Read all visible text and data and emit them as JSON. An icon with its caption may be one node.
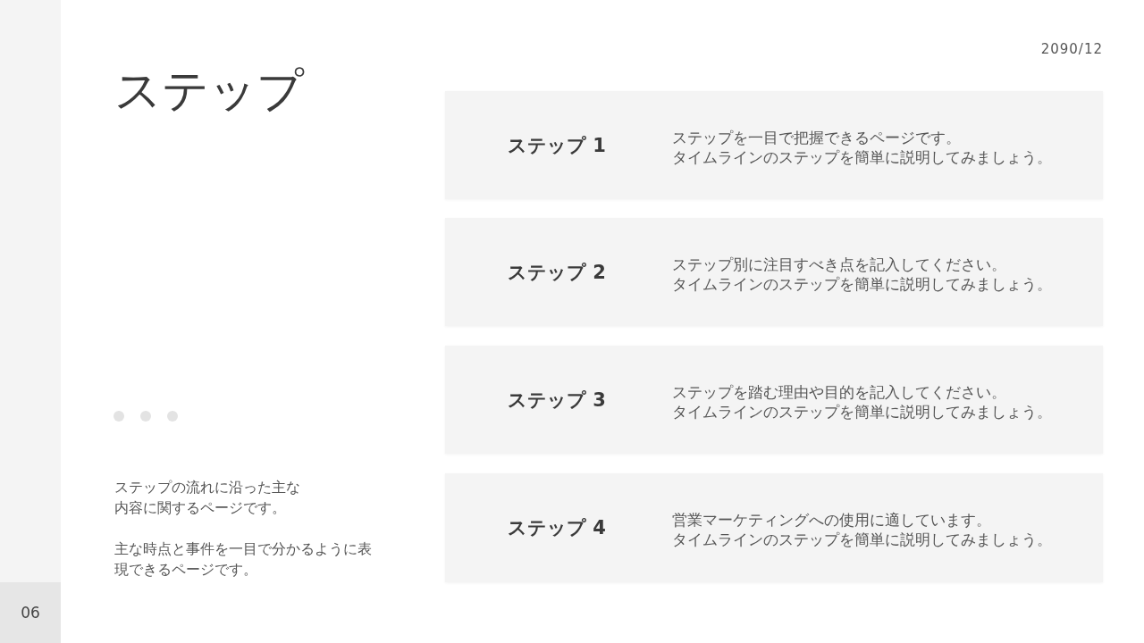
{
  "diagram": {
    "title": "ステップ",
    "nodes": [
      {
        "text": [
          "ステップ 1",
          "ステップを一目で把握できるページです。タイムラインのステップを簡単に説明してみましょう。"
        ]
      },
      {
        "text": [
          "ステップ 2",
          "ステップ別に注目すべき点を記入してください。タイムラインのステップを簡単に説明してみましょう。"
        ]
      },
      {
        "text": [
          "ステップ 3",
          "ステップを踏む理由や目的を記入してください。タイムラインのステップを簡単に説明してみましょう。"
        ]
      },
      {
        "text": [
          "ステップ 4",
          "営業マーケティングへの使用に適しています。タイムラインのステップを簡単に説明してみましょう。"
        ]
      }
    ],
    "labels": [
      "2090/12",
      "ステップの流れに沿った主な内容に関するページです。",
      "主な時点と事件を一目で分かるように表現できるページです。",
      "06"
    ]
  }
}
